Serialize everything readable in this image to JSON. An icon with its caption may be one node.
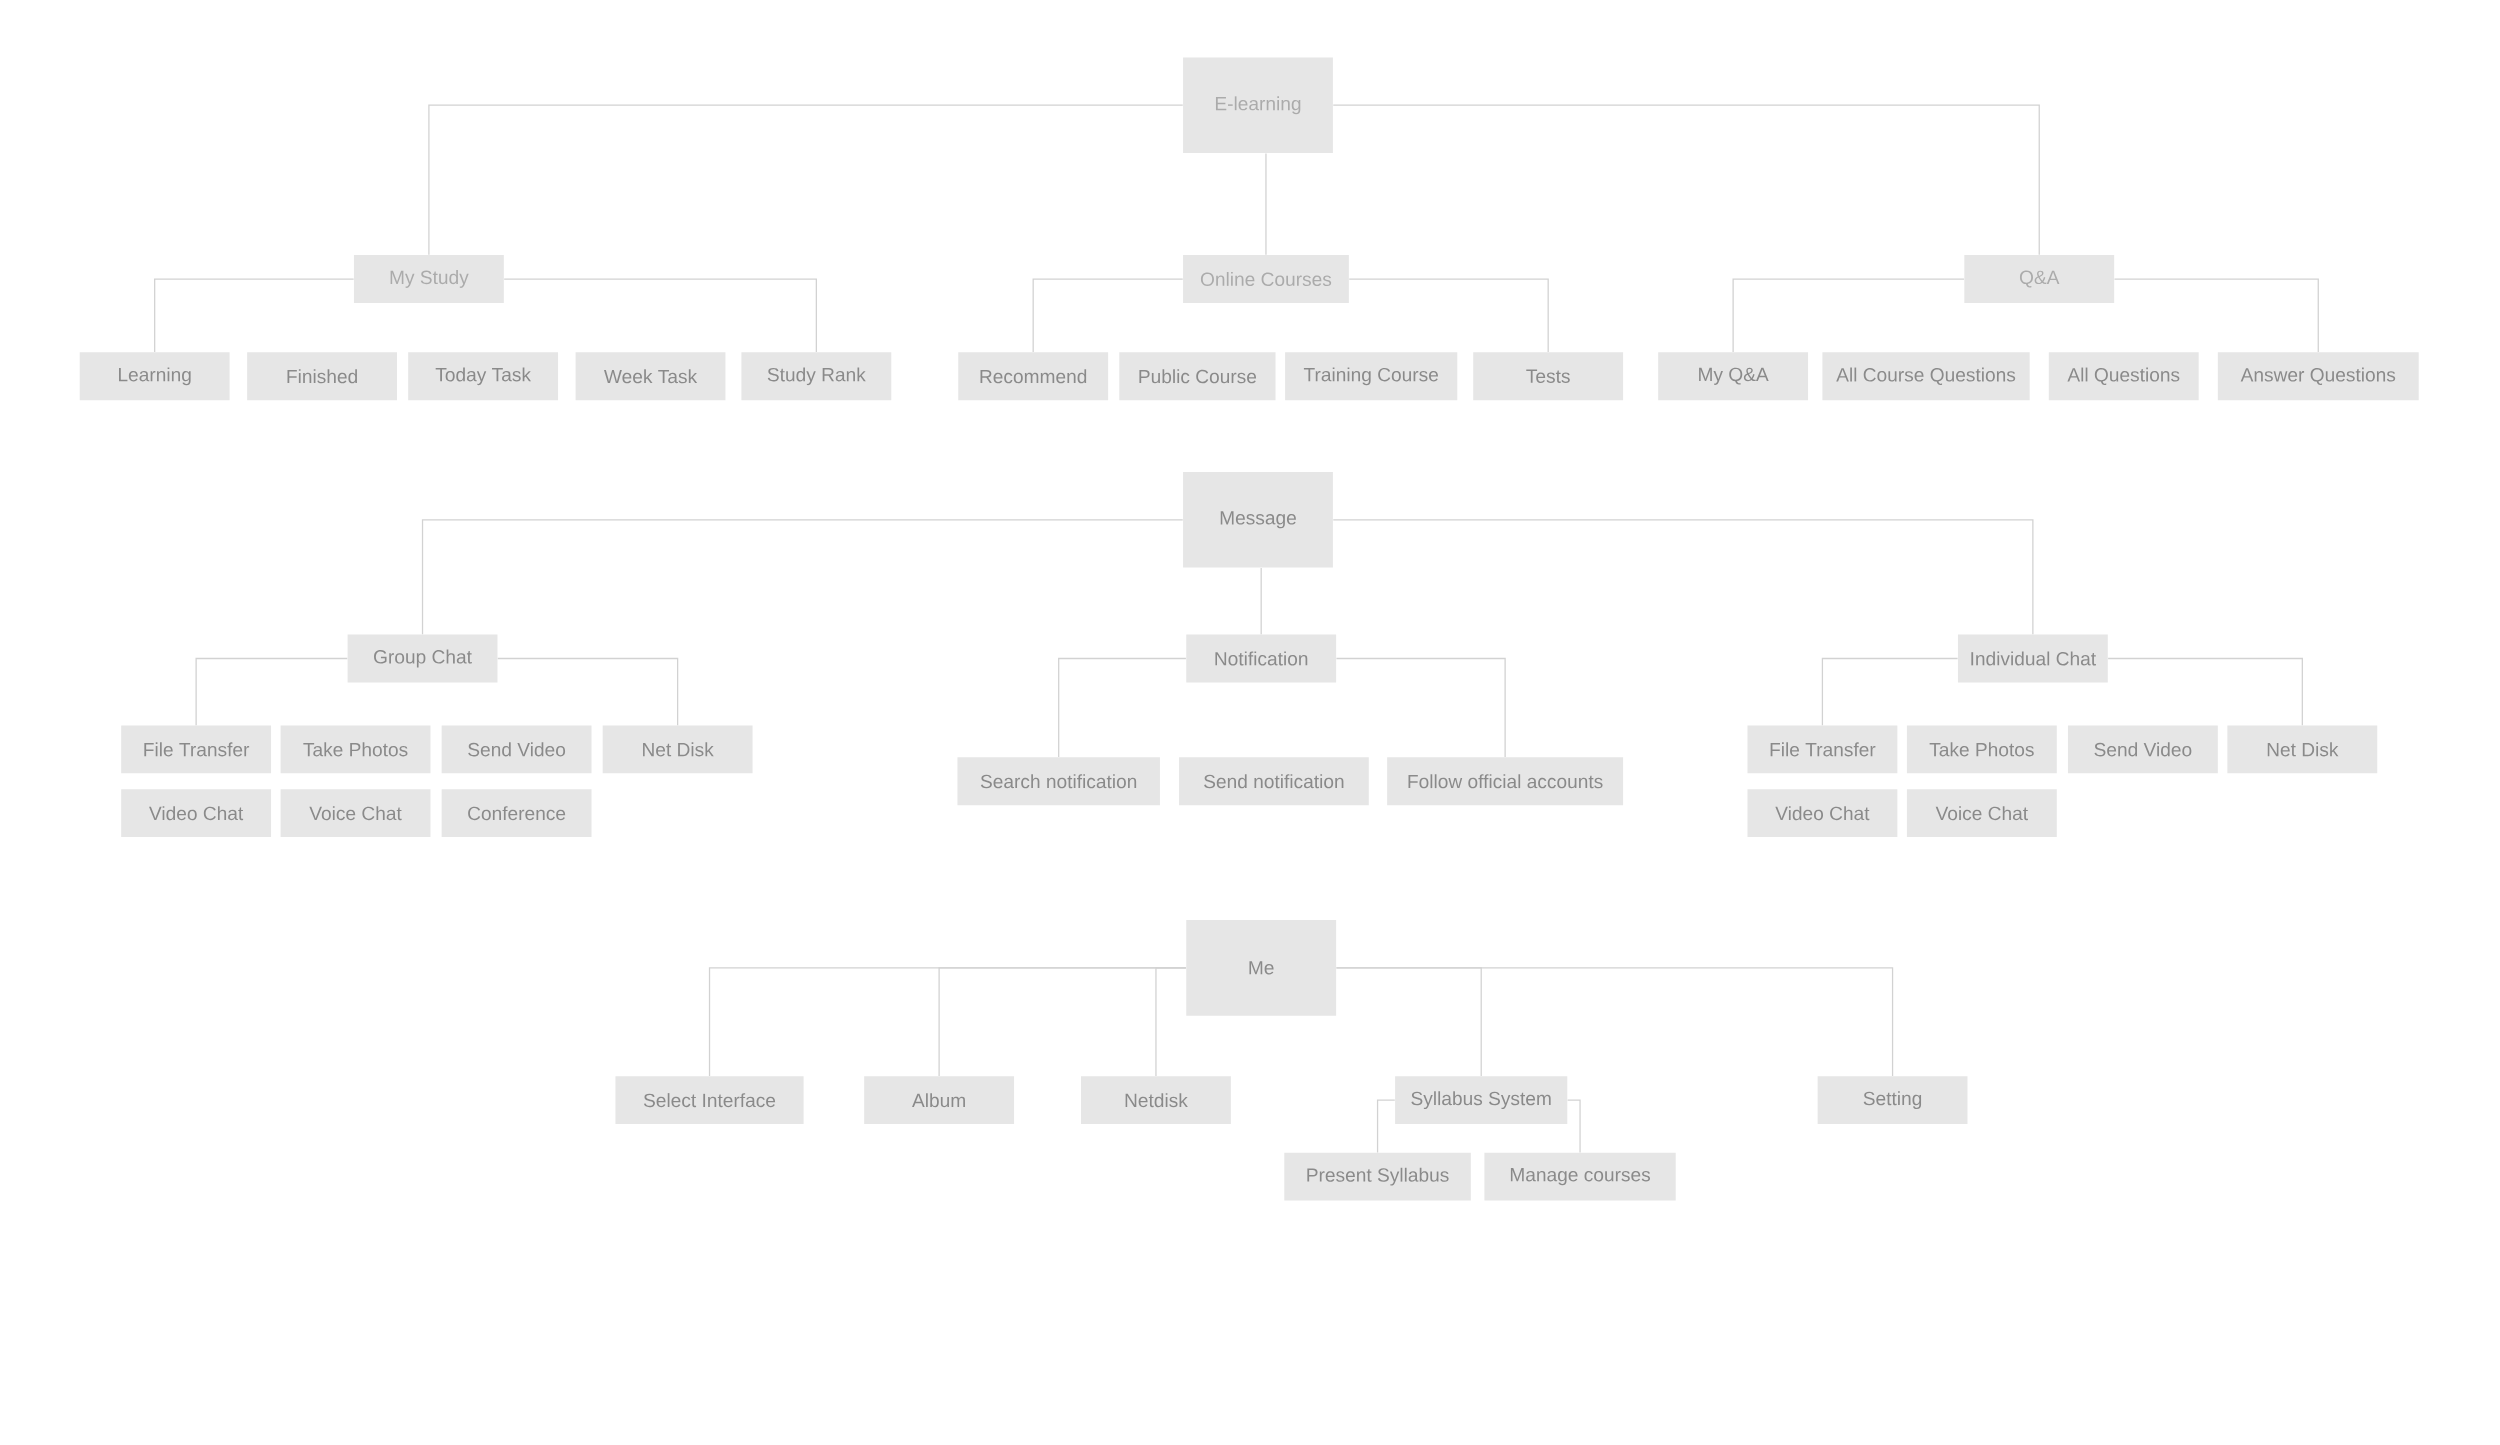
{
  "diagram": {
    "nodes": [
      {
        "text": [
          "E-learning"
        ]
      },
      {
        "text": [
          "My Study"
        ]
      },
      {
        "text": [
          "Learning"
        ]
      },
      {
        "text": [
          "Finished"
        ]
      },
      {
        "text": [
          "Today  Task"
        ]
      },
      {
        "text": [
          "Week Task"
        ]
      },
      {
        "text": [
          "Study Rank"
        ]
      },
      {
        "text": [
          "Online Courses"
        ]
      },
      {
        "text": [
          "Recommend"
        ]
      },
      {
        "text": [
          "Public Course"
        ]
      },
      {
        "text": [
          "Training Course"
        ]
      },
      {
        "text": [
          "Tests"
        ]
      },
      {
        "text": [
          "Q&A"
        ]
      },
      {
        "text": [
          "My Q&A"
        ]
      },
      {
        "text": [
          "All Course Questions"
        ]
      },
      {
        "text": [
          "All Questions"
        ]
      },
      {
        "text": [
          "Answer Questions"
        ]
      },
      {
        "text": [
          "Message"
        ]
      },
      {
        "text": [
          "Group Chat"
        ]
      },
      {
        "text": [
          "File Transfer"
        ]
      },
      {
        "text": [
          "Take Photos"
        ]
      },
      {
        "text": [
          "Send Video"
        ]
      },
      {
        "text": [
          "Net Disk"
        ]
      },
      {
        "text": [
          "Video Chat"
        ]
      },
      {
        "text": [
          "Voice Chat"
        ]
      },
      {
        "text": [
          "Conference"
        ]
      },
      {
        "text": [
          "Notification"
        ]
      },
      {
        "text": [
          "Search notification"
        ]
      },
      {
        "text": [
          "Send notification"
        ]
      },
      {
        "text": [
          "Follow official accounts"
        ]
      },
      {
        "text": [
          "Individual Chat"
        ]
      },
      {
        "text": [
          "File Transfer"
        ]
      },
      {
        "text": [
          "Take Photos"
        ]
      },
      {
        "text": [
          "Send Video"
        ]
      },
      {
        "text": [
          "Net Disk"
        ]
      },
      {
        "text": [
          "Video Chat"
        ]
      },
      {
        "text": [
          "Voice Chat"
        ]
      },
      {
        "text": [
          "Me"
        ]
      },
      {
        "text": [
          "Select  Interface"
        ]
      },
      {
        "text": [
          "Album"
        ]
      },
      {
        "text": [
          "Netdisk"
        ]
      },
      {
        "text": [
          "Syllabus System"
        ]
      },
      {
        "text": [
          "Setting"
        ]
      },
      {
        "text": [
          "Present Syllabus"
        ]
      },
      {
        "text": [
          "Manage courses"
        ]
      }
    ],
    "edges": [
      {
        "from": 0,
        "to": 1,
        "arrow": "none"
      },
      {
        "from": 0,
        "to": 7,
        "arrow": "none"
      },
      {
        "from": 0,
        "to": 12,
        "arrow": "none"
      },
      {
        "from": 1,
        "to": 2,
        "arrow": "none"
      },
      {
        "from": 1,
        "to": 6,
        "arrow": "none"
      },
      {
        "from": 7,
        "to": 8,
        "arrow": "none"
      },
      {
        "from": 7,
        "to": 11,
        "arrow": "none"
      },
      {
        "from": 12,
        "to": 13,
        "arrow": "none"
      },
      {
        "from": 12,
        "to": 16,
        "arrow": "none"
      },
      {
        "from": 17,
        "to": 18,
        "arrow": "none"
      },
      {
        "from": 17,
        "to": 26,
        "arrow": "none"
      },
      {
        "from": 17,
        "to": 30,
        "arrow": "none"
      },
      {
        "from": 18,
        "to": 19,
        "arrow": "none"
      },
      {
        "from": 18,
        "to": 22,
        "arrow": "none"
      },
      {
        "from": 26,
        "to": 27,
        "arrow": "none"
      },
      {
        "from": 26,
        "to": 29,
        "arrow": "none"
      },
      {
        "from": 30,
        "to": 31,
        "arrow": "none"
      },
      {
        "from": 30,
        "to": 34,
        "arrow": "none"
      },
      {
        "from": 37,
        "to": 38,
        "arrow": "none"
      },
      {
        "from": 37,
        "to": 39,
        "arrow": "none"
      },
      {
        "from": 37,
        "to": 40,
        "arrow": "none"
      },
      {
        "from": 37,
        "to": 41,
        "arrow": "none"
      },
      {
        "from": 37,
        "to": 42,
        "arrow": "none"
      },
      {
        "from": 41,
        "to": 43,
        "arrow": "none"
      },
      {
        "from": 41,
        "to": 44,
        "arrow": "none"
      }
    ]
  }
}
